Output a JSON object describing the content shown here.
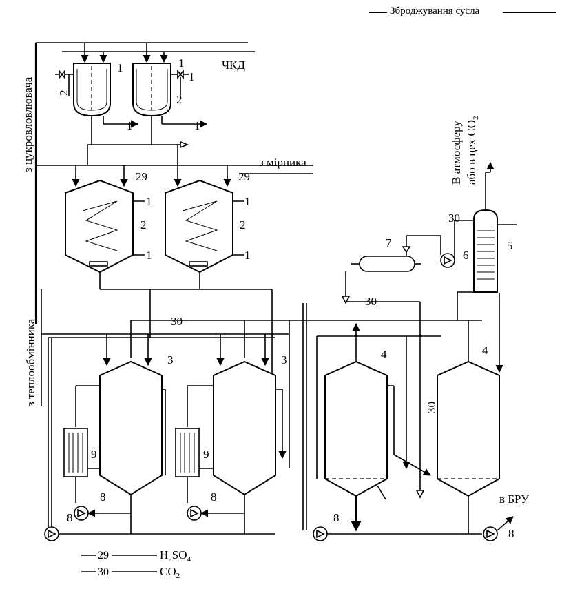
{
  "header": {
    "section_title": "Зброджування сусла"
  },
  "labels": {
    "from_sugar": "з цукровловлювача",
    "from_heat_exchanger": "з теплообмінника",
    "chkd": "ЧКД",
    "from_meter": "з мірника",
    "to_atmosphere_line1": "В атмосферу",
    "to_atmosphere_line2": "або в цех СО",
    "to_atmosphere_sub": "2",
    "to_bru": "в БРУ"
  },
  "numbers": {
    "n1": "1",
    "n2": "2",
    "n3": "3",
    "n4": "4",
    "n5": "5",
    "n6": "6",
    "n7": "7",
    "n8": "8",
    "n9": "9",
    "n29": "29",
    "n30": "30"
  },
  "legend": [
    {
      "code": "29",
      "formula_main": "H",
      "formula_sub": "2",
      "formula_rest": "SO",
      "formula_sub2": "4"
    },
    {
      "code": "30",
      "formula_main": "CO",
      "formula_sub": "2",
      "formula_rest": "",
      "formula_sub2": ""
    }
  ]
}
